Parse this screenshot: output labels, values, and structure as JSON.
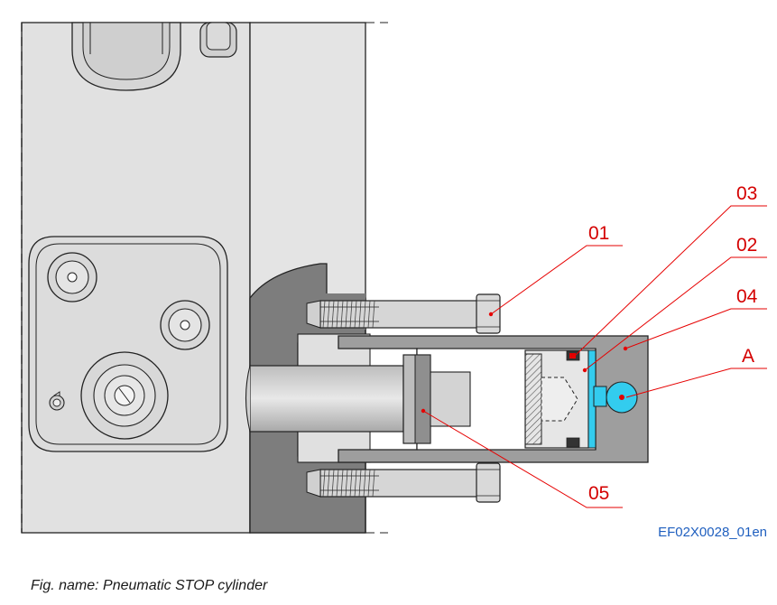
{
  "drawing": {
    "callouts": {
      "c01": "01",
      "c02": "02",
      "c03": "03",
      "c04": "04",
      "c05": "05",
      "cA": "A"
    },
    "colors": {
      "leader": "#e60000",
      "label": "#d40000",
      "seal_blue": "#33ccee",
      "housing_light": "#d9d9d9",
      "housing_dark": "#7a7a7a"
    },
    "drawing_code": "EF02X0028_01en"
  },
  "caption": "Fig. name: Pneumatic STOP cylinder"
}
